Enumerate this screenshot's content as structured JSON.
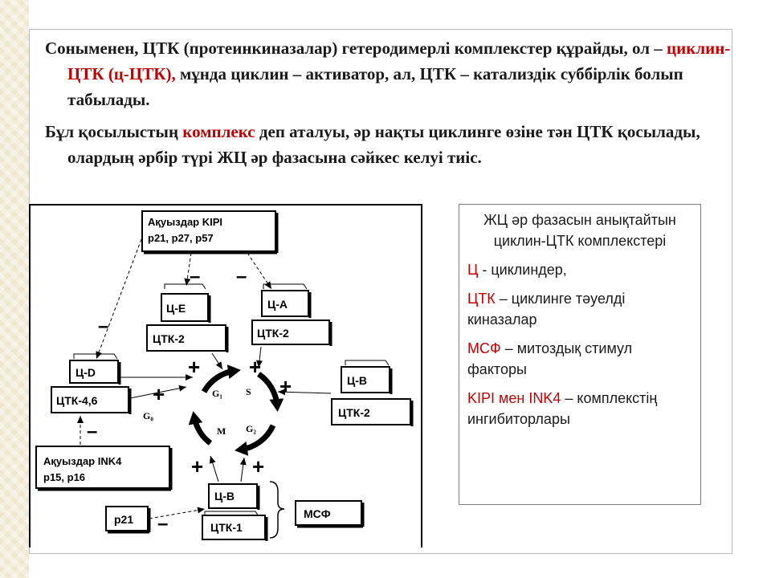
{
  "text": {
    "p1_part1": "Соныменен, ЦТК (протеинкиназалар) гетеродимерлі комплекстер құрайды, ол – ",
    "p1_red": "циклин-ЦТК (ц-ЦТК),",
    "p1_part2": " мұнда циклин – активатор, ал, ЦТК – катализдік суббірлік болып табылады.",
    "p2_part1": "Бұл қосылыстың ",
    "p2_red": "комплекс",
    "p2_part2": " деп аталуы, әр нақты циклинге өзіне тән ЦТК  қосылады, олардың әрбір түрі  ЖЦ әр фазасына сәйкес келуі тиіс."
  },
  "legend": {
    "title": "ЖЦ әр фазасын анықтайтын циклин-ЦТК комплекстері",
    "items": [
      {
        "key": "Ц",
        "desc": " - циклиндер,"
      },
      {
        "key": "ЦТК",
        "desc": " – циклинге тәуелді киназалар"
      },
      {
        "key": "МСФ",
        "desc": " – митоздық стимул факторы"
      },
      {
        "key": "KIPI мен INK4",
        "desc": " – комплекстің ингибиторлары"
      }
    ]
  },
  "diagram": {
    "kip_box": [
      "Ақуыздар KIPI",
      "р21, р27, р57"
    ],
    "ink_box": [
      "Ақуыздар INK4",
      "р15, р16"
    ],
    "ce": "Ц-Е",
    "cdk2_e": "ЦТК-2",
    "ca": "Ц-А",
    "cdk2_a": "ЦТК-2",
    "cd": "Ц-D",
    "cdk46": "ЦТК-4,6",
    "cb_right": "Ц-В",
    "cdk2_b": "ЦТК-2",
    "cb_bottom": "Ц-В",
    "cdk1": "ЦТК-1",
    "p21": "р21",
    "msf": "МСФ",
    "phase_g1": "G₁",
    "phase_s": "S",
    "phase_g2": "G₂",
    "phase_m": "M",
    "phase_g0": "G₀",
    "plus": "+",
    "minus": "–"
  },
  "colors": {
    "red": "#c00000",
    "text": "#1a1a1a",
    "strip": "#efe7cf"
  }
}
